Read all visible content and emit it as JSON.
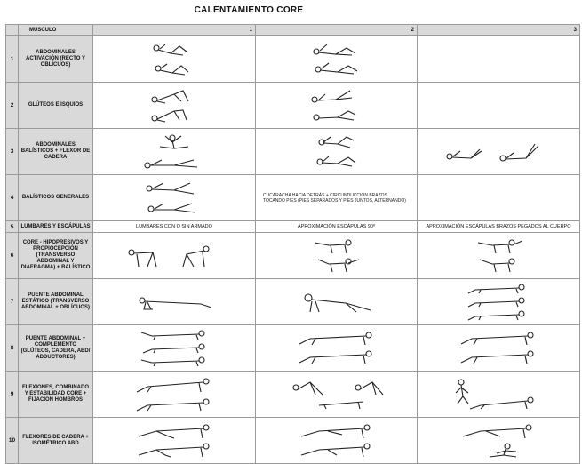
{
  "title": "CALENTAMIENTO CORE",
  "header": {
    "num": "",
    "musculo": "MUSCULO",
    "col1": "1",
    "col2": "2",
    "col3": "3"
  },
  "rows": [
    {
      "num": "1",
      "musculo": "ABDOMINALES ACTIVACIÓN (RECTO Y OBLÍCUOS)"
    },
    {
      "num": "2",
      "musculo": "GLÚTEOS E ISQUIOS"
    },
    {
      "num": "3",
      "musculo": "ABDOMINALES BALÍSTICOS + FLEXOR DE CADERA"
    },
    {
      "num": "4",
      "musculo": "BALÍSTICOS GENERALES",
      "c2": "CUCARACHA HACIA DETRÁS + CIRCUNDUCCIÓN BRAZOS TOCANDO PIES (PIES SEPARADOS Y PIES JUNTOS, ALTERNANDO)"
    },
    {
      "num": "5",
      "musculo": "LUMBARES Y ESCÁPULAS",
      "c1": "LUMBARES CON O SIN ARMADO",
      "c2": "APROXIMACIÓN ESCÁPULAS 90º",
      "c3": "APROXIMACIÓN ESCÁPULAS BRAZOS PEGADOS AL CUERPO"
    },
    {
      "num": "6",
      "musculo": "CORE - HIPOPRESIVOS Y PROPIOCEPCIÓN (TRANSVERSO ABDOMINAL Y DIAFRAGMA) + BALÍSTICO"
    },
    {
      "num": "7",
      "musculo": "PUENTE ABDOMINAL ESTÁTICO (TRANSVERSO ABDOMINAL + OBLÍCUOS)"
    },
    {
      "num": "8",
      "musculo": "PUENTE ABDOMINAL + COMPLEMENTO (GLÚTEOS, CADERA, ABD/ ADDUCTORES)"
    },
    {
      "num": "9",
      "musculo": "FLEXIONES, COMBINADO Y ESTABILIDAD CORE + FIJACIÓN HOMBROS"
    },
    {
      "num": "10",
      "musculo": "FLEXORES DE CADERA + ISOMÉTRICO ABD"
    }
  ]
}
